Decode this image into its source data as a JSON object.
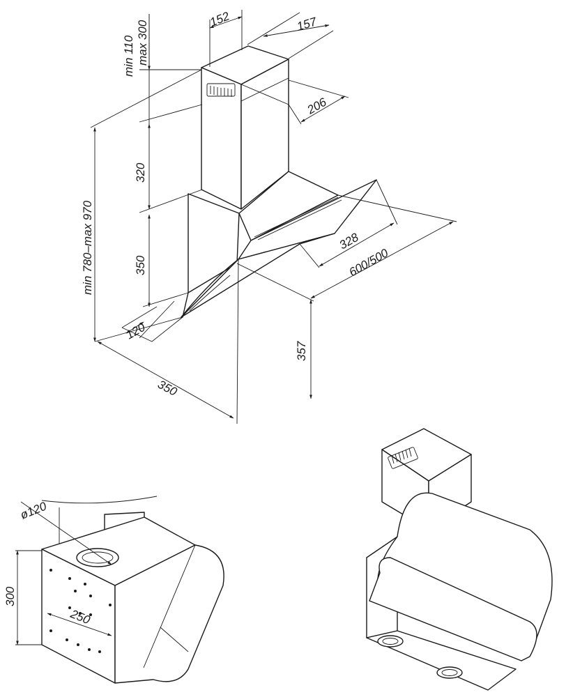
{
  "dimensions": {
    "min_110": "min 110",
    "max_300": "max 300",
    "d152": "152",
    "d157": "157",
    "d206": "206",
    "d320": "320",
    "height_range": "min 780–max 970",
    "d350_vertical": "350",
    "d328": "328",
    "d600_500": "600/500",
    "d357": "357",
    "d120": "120",
    "d350_depth": "350",
    "d120_diameter": "ø120",
    "d300": "300",
    "d250": "250"
  }
}
